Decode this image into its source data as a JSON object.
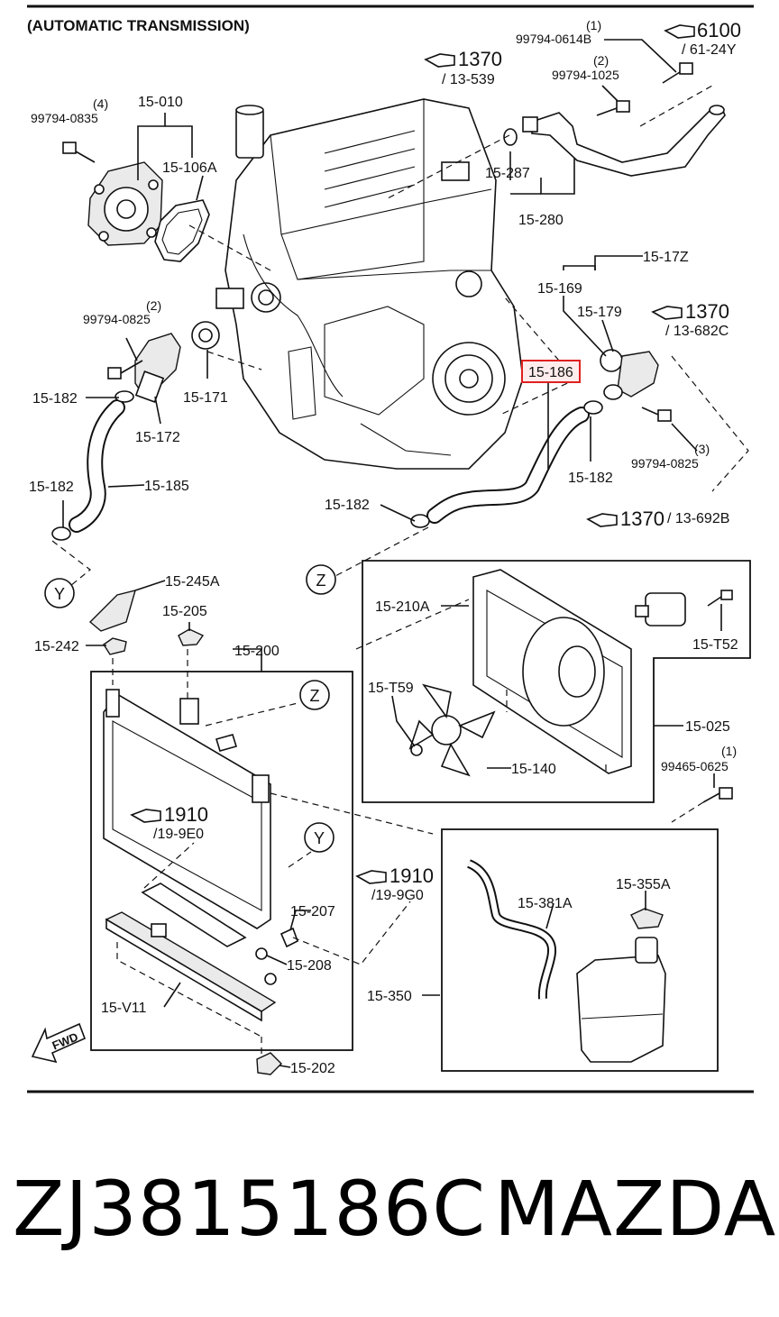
{
  "header": {
    "title": "(AUTOMATIC TRANSMISSION)"
  },
  "labels": {
    "l_15010": "15-010",
    "l_99794_0835": "99794-0835",
    "l_q4": "(4)",
    "l_15106a": "15-106A",
    "l_99794_0614b": "99794-0614B",
    "l_q1a": "(1)",
    "l_99794_1025": "99794-1025",
    "l_q2a": "(2)",
    "l_15287": "15-287",
    "l_15280": "15-280",
    "l_1517z": "15-17Z",
    "l_15169": "15-169",
    "l_15179": "15-179",
    "l_15186": "15-186",
    "l_99794_0825a": "99794-0825",
    "l_q2b": "(2)",
    "l_15182a": "15-182",
    "l_15171": "15-171",
    "l_15172": "15-172",
    "l_15182b": "15-182",
    "l_15185": "15-185",
    "l_15182c": "15-182",
    "l_15182d": "15-182",
    "l_99794_0825b": "99794-0825",
    "l_q3": "(3)",
    "l_15245a": "15-245A",
    "l_15205": "15-205",
    "l_15242": "15-242",
    "l_15200": "15-200",
    "l_15210a": "15-210A",
    "l_15t52": "15-T52",
    "l_15t59": "15-T59",
    "l_15140": "15-140",
    "l_15025": "15-025",
    "l_99465_0625": "99465-0625",
    "l_q1b": "(1)",
    "l_15207": "15-207",
    "l_15208": "15-208",
    "l_15v11": "15-V11",
    "l_15202": "15-202",
    "l_15381a": "15-381A",
    "l_15355a": "15-355A",
    "l_15350": "15-350",
    "l_fwd": "FWD"
  },
  "refs": {
    "r6100_num": "6100",
    "r6100_sub": "/ 61-24Y",
    "r1370a_num": "1370",
    "r1370a_sub": "/ 13-539",
    "r1370b_num": "1370",
    "r1370b_sub": "/ 13-682C",
    "r1370c_num": "1370",
    "r1370c_sub": "/ 13-692B",
    "r1910a_num": "1910",
    "r1910a_sub": "/19-9E0",
    "r1910b_num": "1910",
    "r1910b_sub": "/19-9G0"
  },
  "connectors": {
    "y1": "Y",
    "z1": "Z",
    "z2": "Z",
    "y2": "Y"
  },
  "footer": {
    "part_number": "ZJ3815186C",
    "brand": "MAZDA"
  },
  "colors": {
    "highlight": "#e02020",
    "ink": "#111111"
  }
}
